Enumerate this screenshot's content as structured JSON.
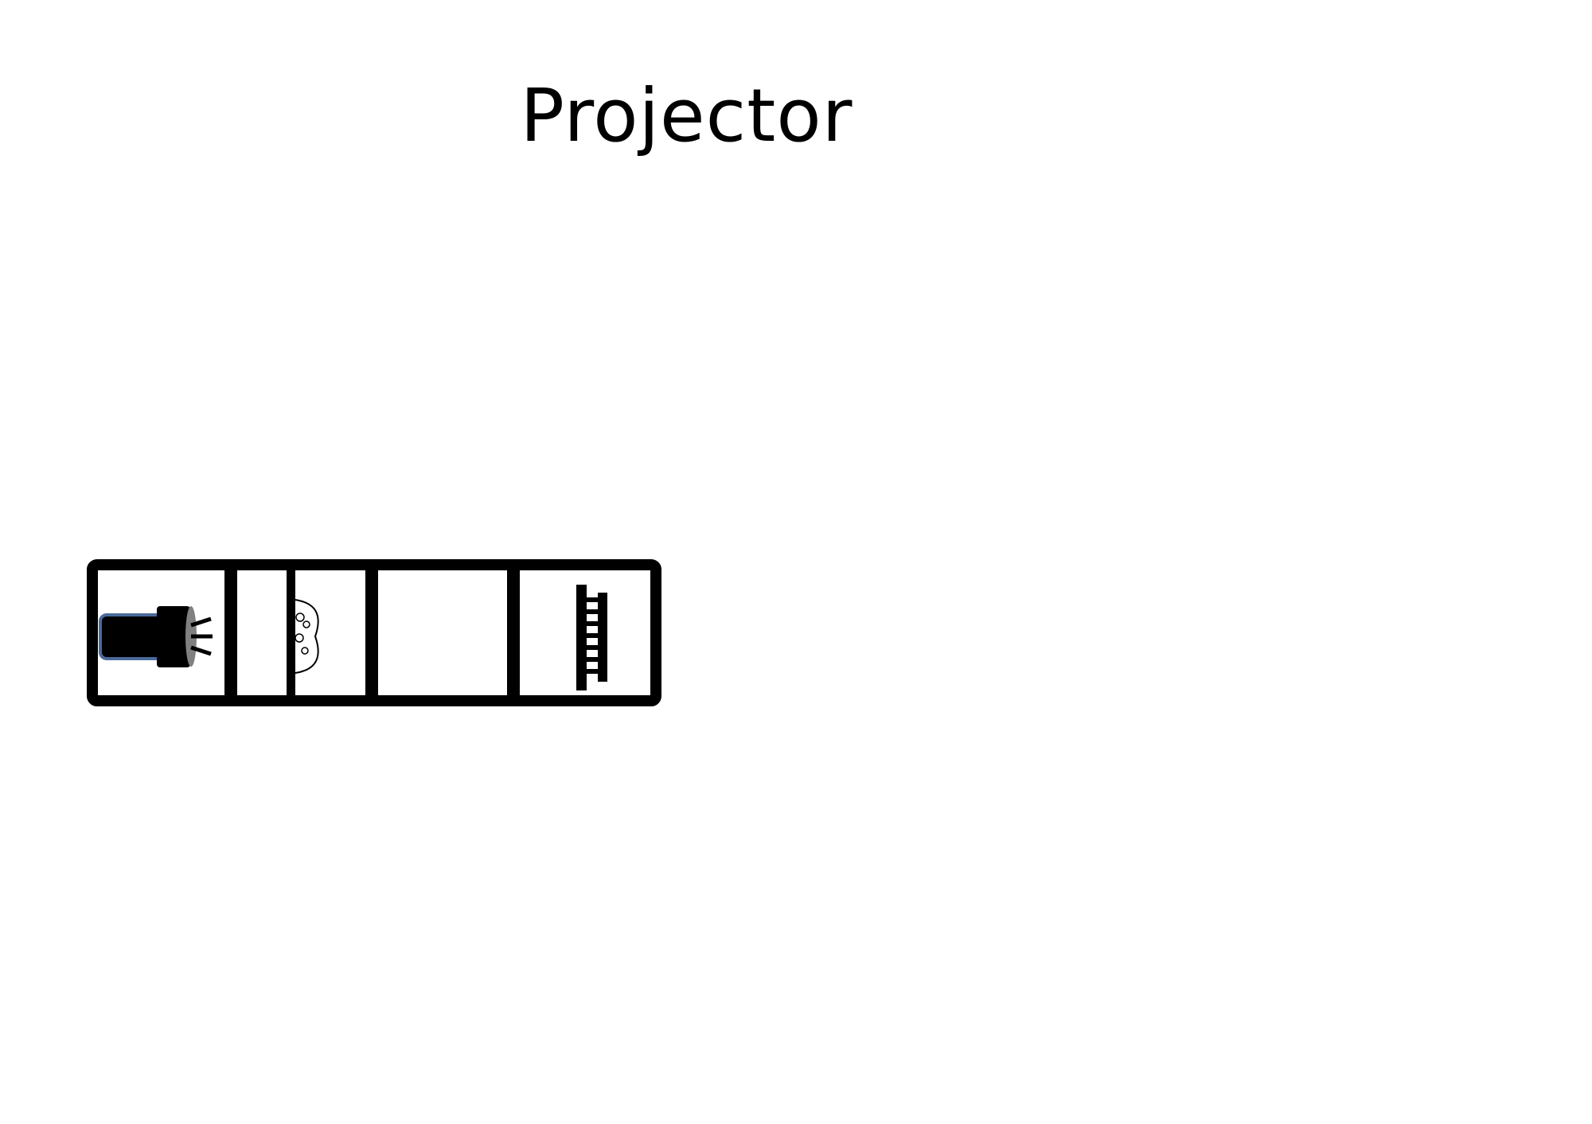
{
  "slide": {
    "title": "Projector"
  },
  "diagram": {
    "components": [
      {
        "name": "lamp",
        "icon": "lamp-icon"
      },
      {
        "name": "condenser-lens",
        "icon": "lens-icon"
      },
      {
        "name": "empty-slot"
      },
      {
        "name": "grating",
        "icon": "grating-icon"
      }
    ],
    "colors": {
      "frame": "#000000",
      "lamp_outline": "#4a6a9a",
      "lamp_cap": "#808080",
      "background": "#ffffff"
    }
  }
}
